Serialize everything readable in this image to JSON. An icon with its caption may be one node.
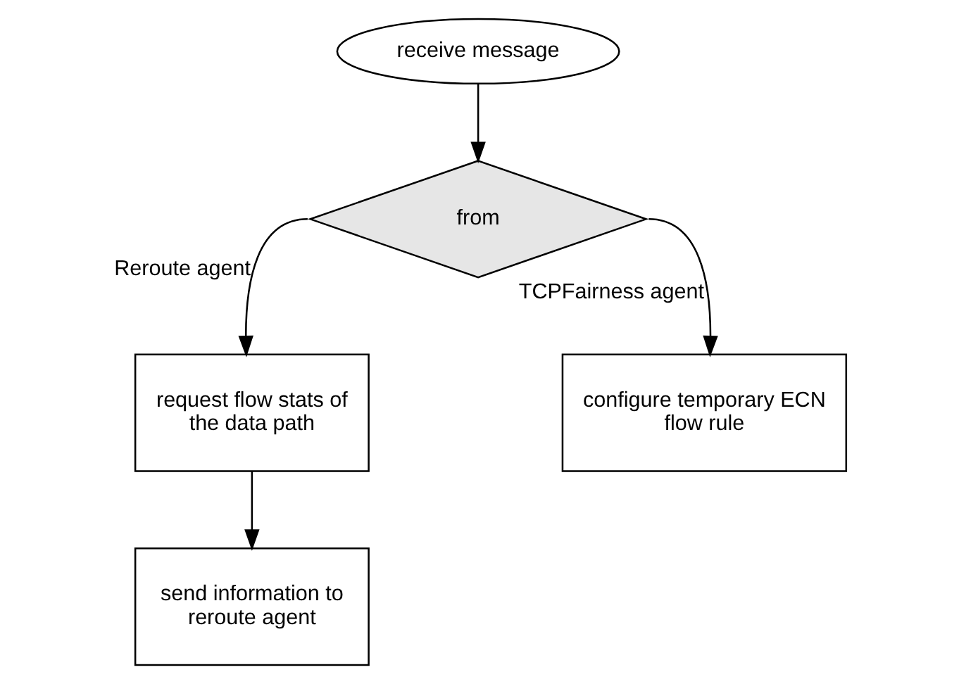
{
  "diagram": {
    "nodes": [
      {
        "text": [
          "receive message"
        ]
      },
      {
        "text": [
          "from"
        ]
      },
      {
        "text": [
          "request flow stats of the data path"
        ]
      },
      {
        "text": [
          "configure temporary ECN flow rule"
        ]
      },
      {
        "text": [
          "send information to reroute agent"
        ]
      }
    ],
    "edges": [
      {
        "from": 0,
        "to": 1,
        "arrow": "to"
      },
      {
        "from": 1,
        "to": 2,
        "arrow": "to",
        "label": "Reroute agent"
      },
      {
        "from": 1,
        "to": 3,
        "arrow": "to",
        "label": "TCPFairness agent"
      },
      {
        "from": 2,
        "to": 4,
        "arrow": "to"
      }
    ]
  }
}
